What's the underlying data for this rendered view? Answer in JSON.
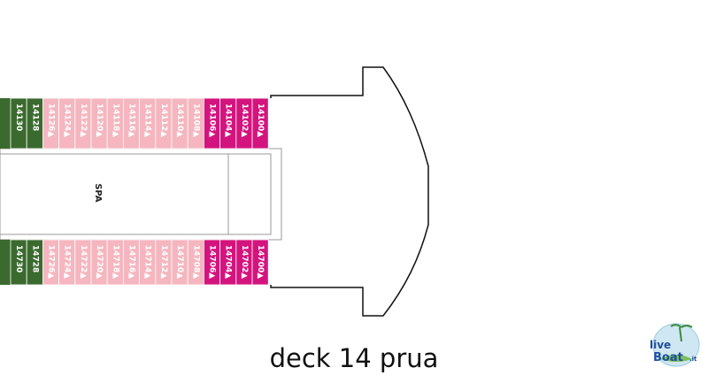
{
  "caption": "deck 14 prua",
  "spa_label": "SPA",
  "logo": {
    "text_1": "live",
    "text_2": "Boat",
    "text_3": ".it"
  },
  "colors": {
    "green": "#3b6a2e",
    "pink": "#f5b6bf",
    "magenta": "#d4147e",
    "outline": "#111111",
    "corridor": "#9a9a9a"
  },
  "top_row": [
    {
      "number": "14130",
      "type": "green",
      "marker": ""
    },
    {
      "number": "14128",
      "type": "green",
      "marker": ""
    },
    {
      "number": "14126",
      "type": "pink",
      "marker": "▲"
    },
    {
      "number": "14124",
      "type": "pink",
      "marker": "▲"
    },
    {
      "number": "14122",
      "type": "pink",
      "marker": "▲"
    },
    {
      "number": "14120",
      "type": "pink",
      "marker": "▲"
    },
    {
      "number": "14118",
      "type": "pink",
      "marker": "▲"
    },
    {
      "number": "14116",
      "type": "pink",
      "marker": "▲"
    },
    {
      "number": "14114",
      "type": "pink",
      "marker": "▲"
    },
    {
      "number": "14112",
      "type": "pink",
      "marker": "▲"
    },
    {
      "number": "14110",
      "type": "pink",
      "marker": "▲"
    },
    {
      "number": "14108",
      "type": "pink",
      "marker": "▲"
    },
    {
      "number": "14106",
      "type": "magenta",
      "marker": "▲"
    },
    {
      "number": "14104",
      "type": "magenta",
      "marker": "▲"
    },
    {
      "number": "14102",
      "type": "magenta",
      "marker": "▲"
    },
    {
      "number": "14100",
      "type": "magenta",
      "marker": "▲"
    }
  ],
  "bottom_row": [
    {
      "number": "14730",
      "type": "green",
      "marker": ""
    },
    {
      "number": "14728",
      "type": "green",
      "marker": ""
    },
    {
      "number": "14726",
      "type": "pink",
      "marker": "▲"
    },
    {
      "number": "14724",
      "type": "pink",
      "marker": "▲"
    },
    {
      "number": "14722",
      "type": "pink",
      "marker": "▲"
    },
    {
      "number": "14720",
      "type": "pink",
      "marker": "▲"
    },
    {
      "number": "14718",
      "type": "pink",
      "marker": "▲"
    },
    {
      "number": "14716",
      "type": "pink",
      "marker": "▲"
    },
    {
      "number": "14714",
      "type": "pink",
      "marker": "▲"
    },
    {
      "number": "14712",
      "type": "pink",
      "marker": "▲"
    },
    {
      "number": "14710",
      "type": "pink",
      "marker": "▲"
    },
    {
      "number": "14708",
      "type": "pink",
      "marker": "▲"
    },
    {
      "number": "14706",
      "type": "magenta",
      "marker": "▲"
    },
    {
      "number": "14704",
      "type": "magenta",
      "marker": "▲"
    },
    {
      "number": "14702",
      "type": "magenta",
      "marker": "▲"
    },
    {
      "number": "14700",
      "type": "magenta",
      "marker": "▲"
    }
  ]
}
